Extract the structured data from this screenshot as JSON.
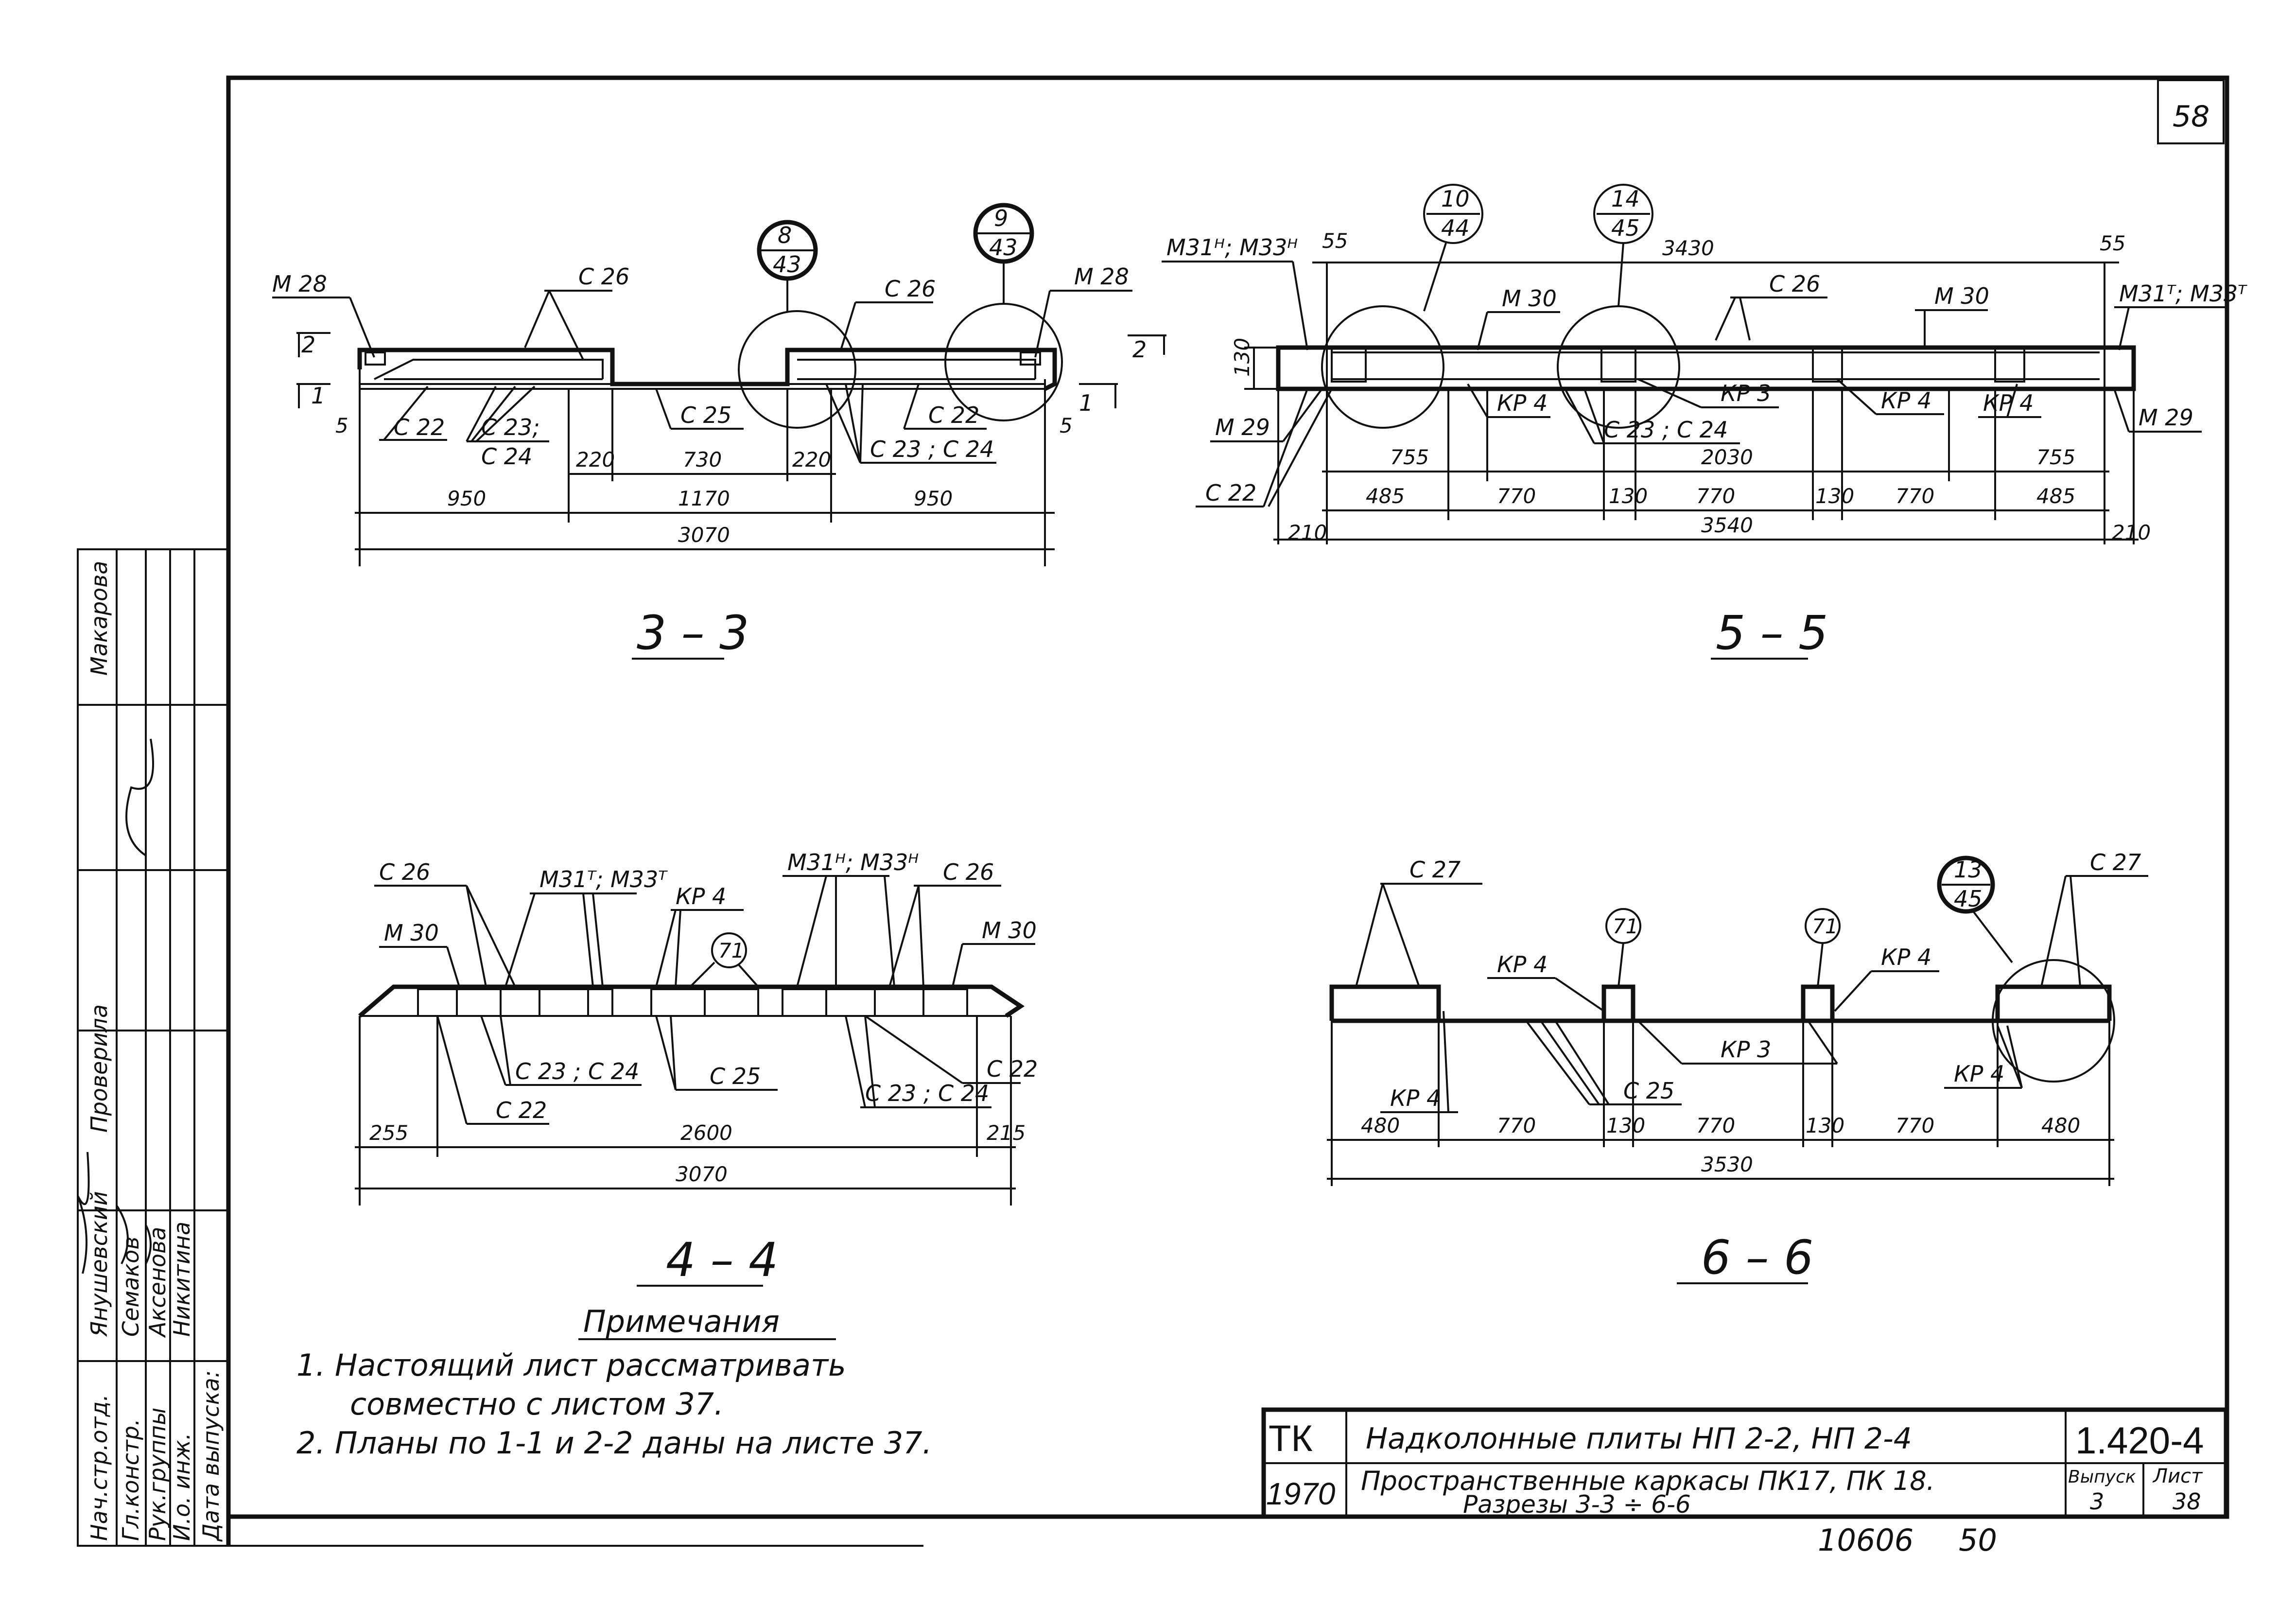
{
  "sheet": {
    "corner_number": "58",
    "bottom_number_1": "10606",
    "bottom_number_2": "50"
  },
  "side_stamp": {
    "roles": [
      "Нач.стр.отд.",
      "Гл.констр.",
      "Рук.группы",
      "И.о. инж.",
      "Дата выпуска:"
    ],
    "names": [
      "Янушевский",
      "Семаков",
      "Аксенова",
      "Никитина"
    ],
    "checked_label": "Проверила",
    "checked_name": "Макарова"
  },
  "sections": {
    "s33": {
      "title": "3 – 3",
      "labels": {
        "m28_l": "М 28",
        "m28_r": "М 28",
        "c26_l": "С 26",
        "c26_r": "С 26",
        "c22_l": "С 22",
        "c22_r": "С 22",
        "c23c24_l_top": "С 23;",
        "c23c24_l_bot": "С 24",
        "c25": "С 25",
        "c23c24_r": "С 23 ; С 24",
        "cut1_l": "1",
        "cut1_r": "1",
        "cut2_l": "2",
        "cut2_r": "2",
        "five_l": "5",
        "five_r": "5"
      },
      "callouts": [
        {
          "top": "8",
          "bot": "43"
        },
        {
          "top": "9",
          "bot": "43"
        }
      ],
      "dims": {
        "d220a": "220",
        "d730": "730",
        "d220b": "220",
        "d950a": "950",
        "d1170": "1170",
        "d950b": "950",
        "total": "3070"
      }
    },
    "s55": {
      "title": "5 – 5",
      "labels": {
        "m31m33_l": "М31ᴴ; М33ᴴ",
        "d55_l": "55",
        "d3430": "3430",
        "d55_r": "55",
        "m31m33_r": "М31ᵀ; М33ᵀ",
        "m30_l": "М 30",
        "m30_r": "М 30",
        "c26": "С 26",
        "h130": "130",
        "m29_l": "М 29",
        "m29_r": "М 29",
        "kp4_a": "КР 4",
        "kp3": "КР 3",
        "kp4_b": "КР 4",
        "kp4_c": "КР 4",
        "c23c24": "С 23 ; С 24",
        "c22": "С 22"
      },
      "callouts": [
        {
          "top": "10",
          "bot": "44"
        },
        {
          "top": "14",
          "bot": "45"
        }
      ],
      "dims": {
        "d755a": "755",
        "d2030": "2030",
        "d755b": "755",
        "d485a": "485",
        "d770a": "770",
        "d130a": "130",
        "d770b": "770",
        "d130b": "130",
        "d770c": "770",
        "d485b": "485",
        "d210a": "210",
        "total": "3540",
        "d210b": "210"
      }
    },
    "s44": {
      "title": "4 – 4",
      "labels": {
        "c26_l": "С 26",
        "m31m33_t": "М31ᵀ; М33ᵀ",
        "kp4": "КР 4",
        "m31m33_h": "М31ᴴ; М33ᴴ",
        "c26_r": "С 26",
        "m30_l": "М 30",
        "m30_r": "М 30",
        "c23c24_l": "С 23 ; С 24",
        "c25": "С 25",
        "c22_l": "С 22",
        "c22_r": "С 22",
        "c23c24_r": "С 23 ; С 24"
      },
      "callouts": [
        {
          "text": "71"
        }
      ],
      "dims": {
        "d255": "255",
        "d2600": "2600",
        "d215": "215",
        "total": "3070"
      }
    },
    "s66": {
      "title": "6 – 6",
      "labels": {
        "c27_l": "С 27",
        "c27_r": "С 27",
        "kp4_a": "КР 4",
        "kp4_b": "КР 4",
        "kp4_c": "КР 4",
        "kp4_d": "КР 4",
        "kp3": "КР 3",
        "c25": "С 25"
      },
      "callouts": [
        {
          "text": "71"
        },
        {
          "text": "71"
        },
        {
          "top": "13",
          "bot": "45"
        }
      ],
      "dims": {
        "d480a": "480",
        "d770a": "770",
        "d130a": "130",
        "d770b": "770",
        "d130b": "130",
        "d770c": "770",
        "d480b": "480",
        "total": "3530"
      }
    }
  },
  "notes": {
    "heading": "Примечания",
    "line1": "1. Настоящий лист рассматривать",
    "line1b": "совместно   с листом 37.",
    "line2": "2. Планы по 1-1 и 2-2 даны на листе 37."
  },
  "title_block": {
    "org": "ТК",
    "year": "1970",
    "title1": "Надколонные плиты НП 2-2, НП 2-4",
    "title2": "Пространственные каркасы ПК17, ПК 18.",
    "title3": "Разрезы 3-3 ÷ 6-6",
    "series": "1.420-4",
    "issue_label": "Выпуск",
    "issue": "3",
    "sheet_label": "Лист",
    "sheet": "38"
  }
}
